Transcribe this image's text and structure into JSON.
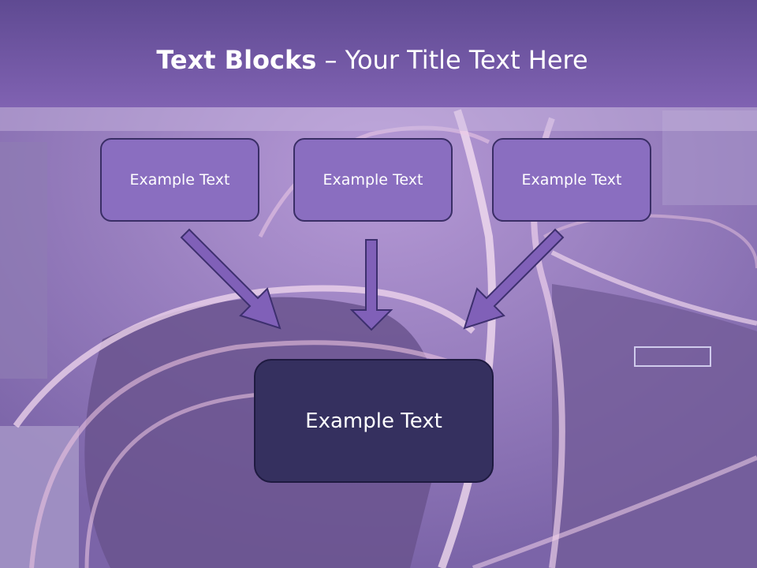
{
  "title": {
    "bold": "Text Blocks",
    "rest": " – Your Title Text Here"
  },
  "boxes": {
    "left": "Example Text",
    "middle": "Example Text",
    "right": "Example Text",
    "bottom": "Example Text"
  },
  "colors": {
    "header": "#7a5fae",
    "top_box_fill": "#8a6ec0",
    "bottom_box_fill": "#35305f",
    "arrow": "#8060b8"
  }
}
